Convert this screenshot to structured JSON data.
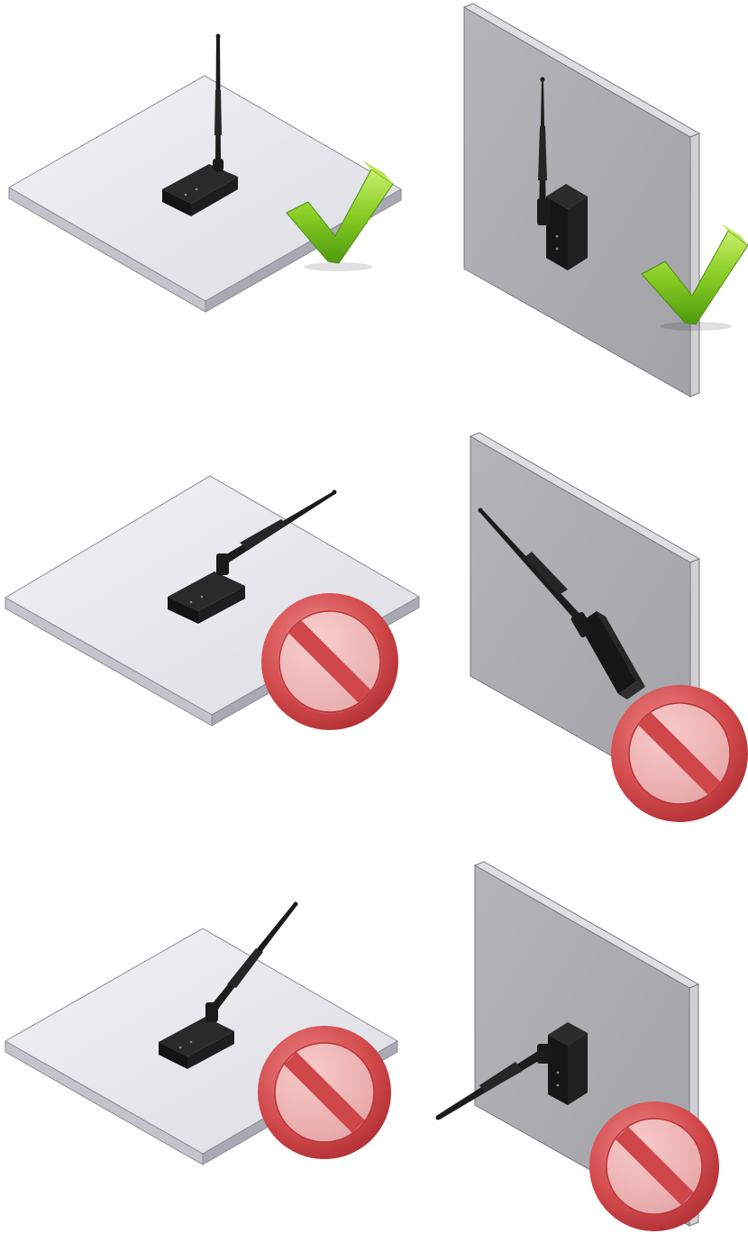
{
  "figure": {
    "panels": [
      {
        "row": 1,
        "surface": "horizontal",
        "antenna": "vertical",
        "verdict": "correct",
        "icon": "checkmark-icon"
      },
      {
        "row": 1,
        "surface": "wall",
        "antenna": "vertical",
        "verdict": "correct",
        "icon": "checkmark-icon"
      },
      {
        "row": 2,
        "surface": "horizontal",
        "antenna": "tilted",
        "verdict": "incorrect",
        "icon": "prohibited-icon"
      },
      {
        "row": 2,
        "surface": "wall",
        "antenna": "tilted",
        "verdict": "incorrect",
        "icon": "prohibited-icon"
      },
      {
        "row": 3,
        "surface": "horizontal",
        "antenna": "tilted",
        "verdict": "incorrect",
        "icon": "prohibited-icon"
      },
      {
        "row": 3,
        "surface": "wall",
        "antenna": "tilted",
        "verdict": "incorrect",
        "icon": "prohibited-icon"
      }
    ],
    "colors": {
      "floor_top": "#e4e4ea",
      "floor_edge": "#b8b8c2",
      "wall_face": "#a9a9ae",
      "wall_edge": "#d6d6da",
      "device": "#1b1b1b",
      "check": "#7cc61c",
      "prohibited": "#d2474a"
    }
  }
}
